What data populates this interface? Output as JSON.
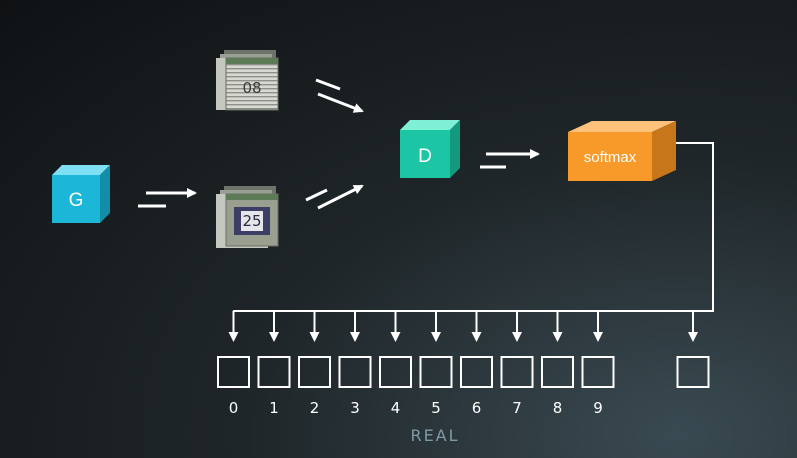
{
  "nodes": {
    "generator": {
      "label": "G",
      "color": "#1bb6d8"
    },
    "discriminator": {
      "label": "D",
      "color": "#1cc6a4"
    },
    "softmax": {
      "label": "softmax",
      "color": "#f79a2a"
    }
  },
  "images": {
    "real_sample_number": "08",
    "fake_sample_number": "25"
  },
  "outputs": {
    "class_labels": [
      "0",
      "1",
      "2",
      "3",
      "4",
      "5",
      "6",
      "7",
      "8",
      "9"
    ],
    "real_group_label": "REAL"
  }
}
